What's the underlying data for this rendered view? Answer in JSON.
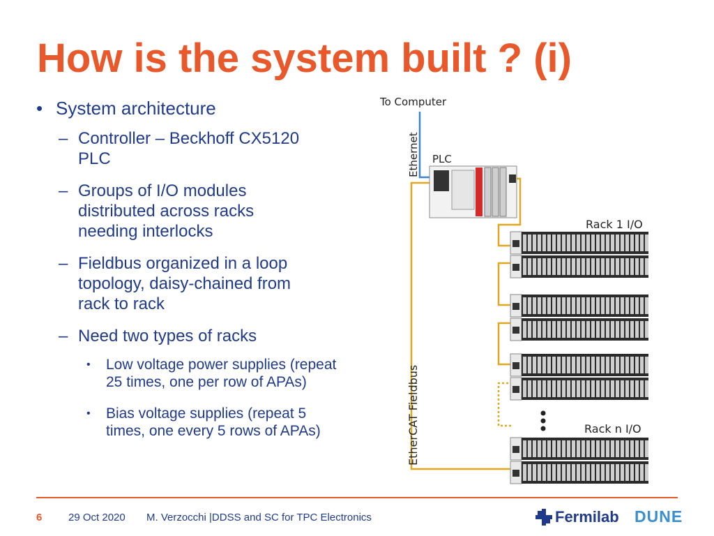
{
  "slide": {
    "title": "How is the system built ? (i)"
  },
  "bullets": {
    "b1": "System architecture",
    "b1_1": "Controller – Beckhoff CX5120 PLC",
    "b1_2": "Groups of I/O modules distributed across racks needing interlocks",
    "b1_3": "Fieldbus organized in a loop topology, daisy-chained from rack to rack",
    "b1_4": "Need two types of racks",
    "b1_4_1": "Low voltage power supplies (repeat 25 times, one per row of APAs)",
    "b1_4_2": "Bias voltage supplies (repeat 5 times, one every 5 rows of APAs)",
    "marker_l1": "•",
    "marker_l2": "–",
    "marker_l3": "•"
  },
  "diagram": {
    "to_computer": "To Computer",
    "ethernet": "Ethernet",
    "plc": "PLC",
    "rack1": "Rack 1 I/O",
    "rackn": "Rack n I/O",
    "fieldbus": "EtherCAT Fieldbus",
    "ellipsis": "•\n•\n•",
    "colors": {
      "ethercat": "#E0A820",
      "ethernet": "#3A86C8",
      "module_dark": "#2B2B2B",
      "plc_red": "#D42A2A"
    }
  },
  "footer": {
    "page": "6",
    "date": "29 Oct 2020",
    "author": "M. Verzocchi |DDSS and SC for TPC Electronics",
    "fermilab": "Fermilab",
    "dune": "DUNE"
  },
  "theme": {
    "accent": "#E8582A",
    "text": "#1F3A8A"
  }
}
